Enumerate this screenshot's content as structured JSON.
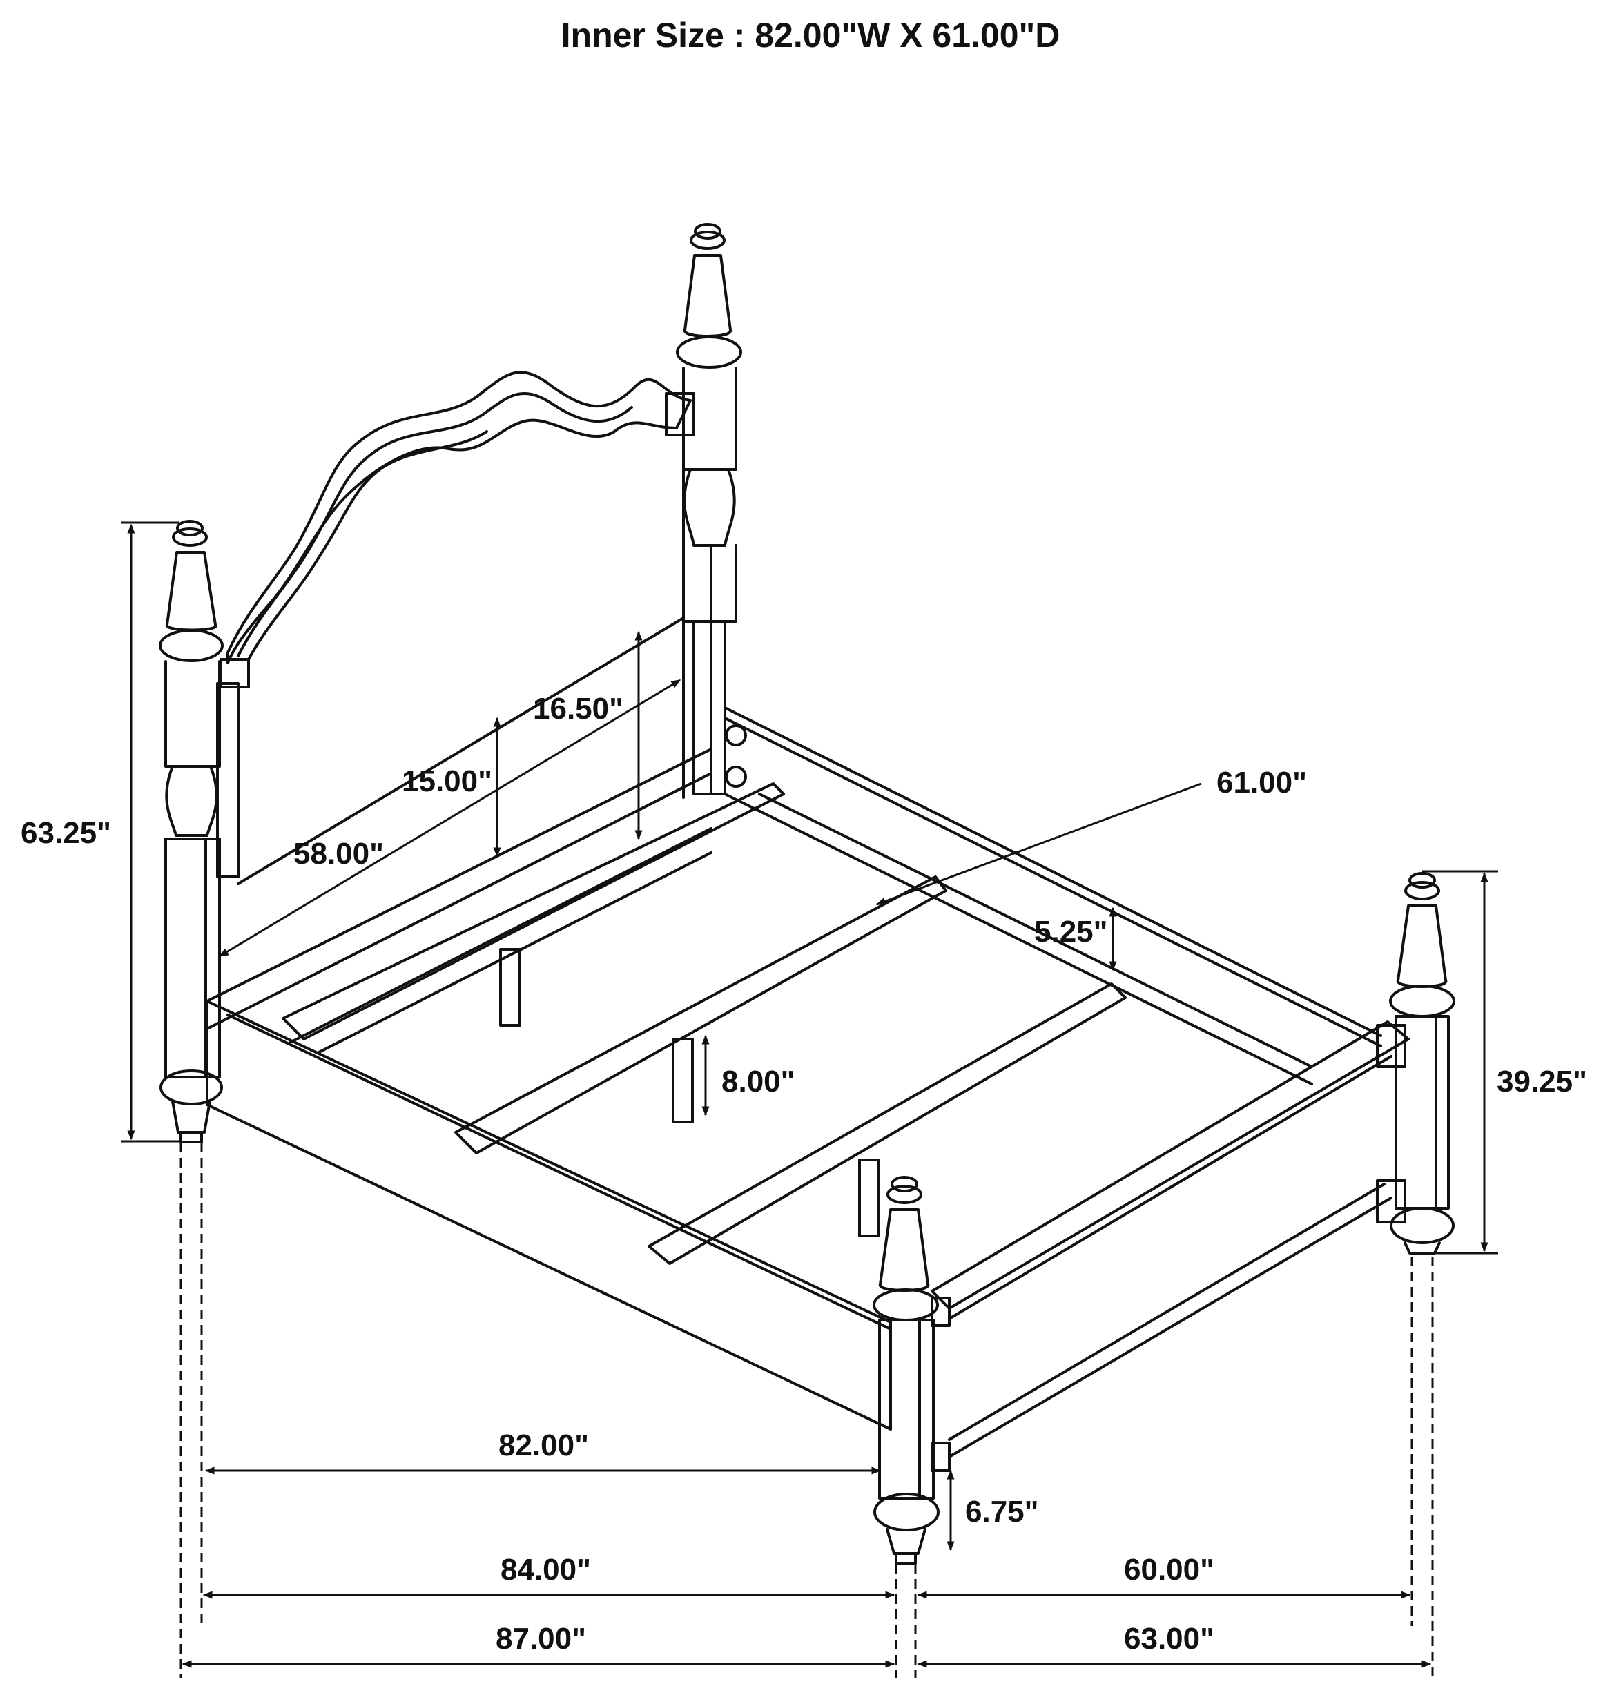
{
  "title": "Inner Size : 82.00\"W X 61.00\"D",
  "dimensions": {
    "overall_height": "63.25\"",
    "footboard_height": "39.25\"",
    "headboard_panel_width": "58.00\"",
    "headboard_panel_height": "16.50\"",
    "headboard_lower_height": "15.00\"",
    "inner_depth": "61.00\"",
    "rail_offset": "5.25\"",
    "slat_height": "8.00\"",
    "inner_width": "82.00\"",
    "clearance": "6.75\"",
    "rail_length": "84.00\"",
    "footboard_width": "60.00\"",
    "overall_length": "87.00\"",
    "overall_width": "63.00\""
  },
  "colors": {
    "ink": "#111111",
    "background": "#ffffff"
  }
}
